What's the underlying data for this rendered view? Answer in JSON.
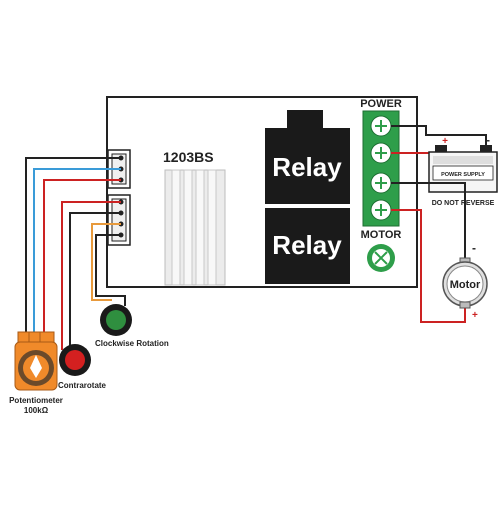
{
  "board": {
    "model": "1203BS",
    "relay_1": "Relay",
    "relay_2": "Relay",
    "power_label": "POWER",
    "motor_label": "MOTOR"
  },
  "battery": {
    "label": "POWER SUPPLY",
    "warning": "DO NOT REVERSE",
    "plus": "+",
    "minus": "-"
  },
  "motor": {
    "label": "Motor",
    "plus": "+",
    "minus": "-"
  },
  "potentiometer": {
    "label_line1": "Potentiometer",
    "label_line2": "100kΩ"
  },
  "buttons": {
    "clockwise_label": "Clockwise Rotation",
    "contra_label": "Contrarotate"
  },
  "colors": {
    "wire_black": "#222222",
    "wire_red": "#cc2222",
    "wire_blue": "#3a9bd8",
    "wire_orange": "#e89a3c",
    "terminal_green": "#2e9e4a",
    "relay_black": "#1a1a1a",
    "pot_orange": "#f08a2a",
    "button_green": "#2f8f3f",
    "button_red": "#d42020"
  }
}
